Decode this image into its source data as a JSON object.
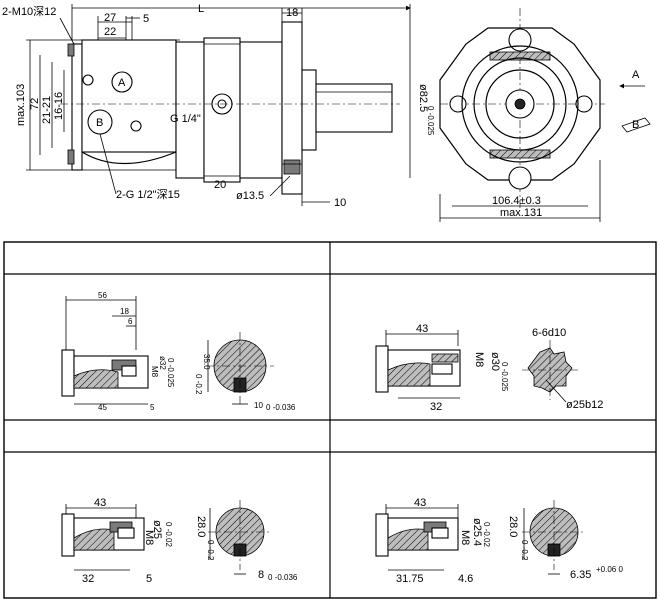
{
  "main_view": {
    "labels": {
      "overall_length": "L",
      "thread_m10": "2-M10深12",
      "d27": "27",
      "d22": "22",
      "d5": "5",
      "d18": "18",
      "port_a": "A",
      "port_b": "B",
      "d16_16": "16-16",
      "d21_21": "21-21",
      "d72": "72",
      "max103": "max.103",
      "g_quarter": "G 1/4\"",
      "g_half": "2-G 1/2\"深15",
      "d20": "20",
      "d13_5": "ø13.5",
      "d10": "10",
      "pilot_dia": "ø82.5",
      "pilot_tol": "0 -0.025"
    }
  },
  "side_view": {
    "labels": {
      "arrow_a": "A",
      "arrow_b": "B",
      "bolt_circle": "106.4±0.3",
      "max131": "max.131"
    }
  },
  "shaft_table": {
    "cells": [
      {
        "id": "shaft-1",
        "labels": {
          "d56": "56",
          "d18": "18",
          "d6": "6",
          "d45": "45",
          "d5": "5",
          "dia": "ø32",
          "dia_tol": "0 -0.025",
          "m8": "M8",
          "key_depth": "35.0",
          "key_depth_tol": "0 -0.2",
          "key_width": "10",
          "key_width_tol": "0 -0.036"
        }
      },
      {
        "id": "shaft-2",
        "labels": {
          "d43": "43",
          "dia": "ø30",
          "dia_tol": "0 -0.025",
          "m8": "M8",
          "d32": "32",
          "spline": "6-6d10",
          "spline_dia": "ø25b12"
        }
      },
      {
        "id": "shaft-3",
        "labels": {
          "d43": "43",
          "dia": "ø25",
          "dia_tol": "0 -0.02",
          "m8": "M8",
          "d32": "32",
          "d5": "5",
          "key_depth": "28.0",
          "key_depth_tol": "0 -0.2",
          "key_width": "8",
          "key_width_tol": "0 -0.036"
        }
      },
      {
        "id": "shaft-4",
        "labels": {
          "d43": "43",
          "dia": "ø25.4",
          "dia_tol": "0 -0.02",
          "m8": "M8",
          "d31_75": "31.75",
          "d4_6": "4.6",
          "key_depth": "28.0",
          "key_depth_tol": "0 -0.2",
          "key_width": "6.35",
          "key_width_tol": "+0.06 0"
        }
      }
    ]
  }
}
